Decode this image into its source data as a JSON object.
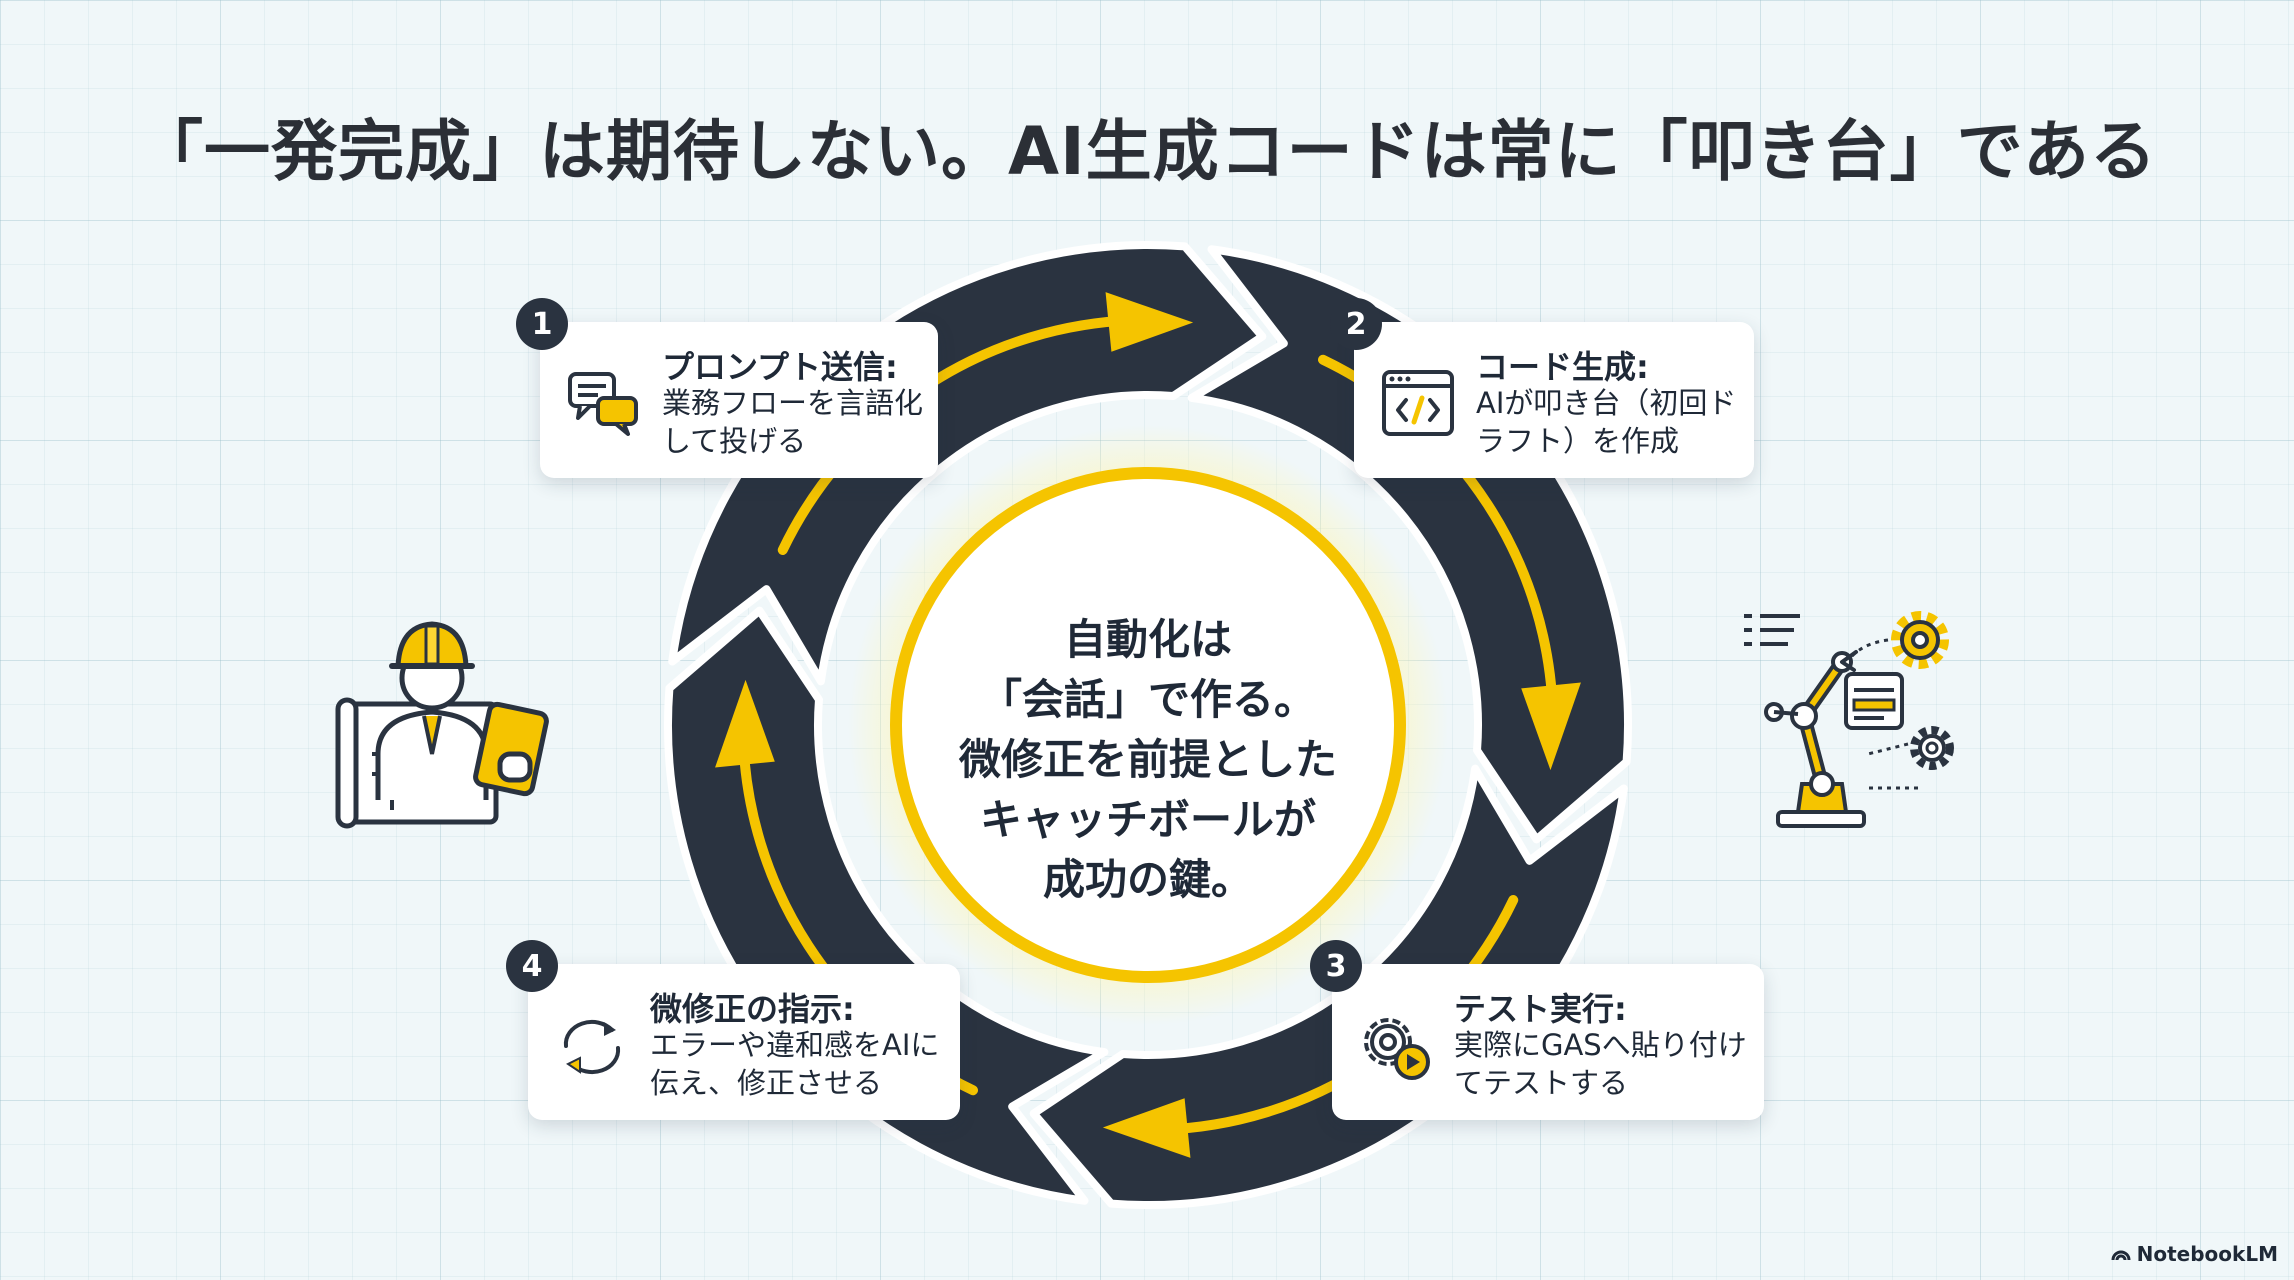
{
  "title": "「一発完成」は期待しない。AI生成コードは常に「叩き台」である",
  "center": {
    "lines": [
      "自動化は",
      "「会話」で作る。",
      "微修正を前提とした",
      "キャッチボールが",
      "成功の鍵。"
    ]
  },
  "steps": [
    {
      "number": "1",
      "title": "プロンプト送信:",
      "desc": "業務フローを言語化して投げる",
      "icon": "chat-bubbles-icon"
    },
    {
      "number": "2",
      "title": "コード生成:",
      "desc": "AIが叩き台（初回ドラフト）を作成",
      "icon": "code-window-icon"
    },
    {
      "number": "3",
      "title": "テスト実行:",
      "desc": "実際にGASへ貼り付けてテストする",
      "icon": "gear-play-icon"
    },
    {
      "number": "4",
      "title": "微修正の指示:",
      "desc": "エラーや違和感をAIに伝え、修正させる",
      "icon": "refresh-arrows-icon"
    }
  ],
  "brand": "NotebookLM",
  "colors": {
    "dark": "#2a3340",
    "accent": "#f5c400",
    "background": "#f0f7f9"
  }
}
